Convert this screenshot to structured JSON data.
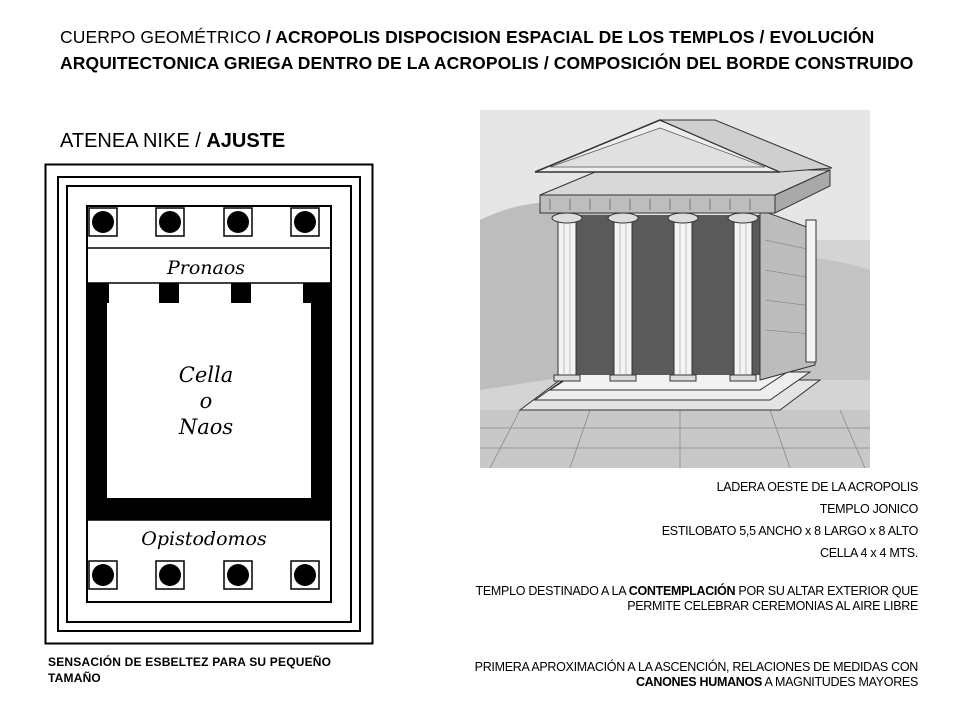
{
  "header": {
    "title_lead": "CUERPO GEOMÉTRICO ",
    "title_bold": "/ ACROPOLIS DISPOCISION ESPACIAL  DE LOS TEMPLOS / EVOLUCIÓN ARQUITECTONICA GRIEGA DENTRO DE LA ACROPOLIS / COMPOSICIÓN DEL BORDE CONSTRUIDO",
    "subtitle_lead": "ATENEA NIKE / ",
    "subtitle_bold": "AJUSTE"
  },
  "plan": {
    "label_top": "Pronaos",
    "label_center_1": "Cella",
    "label_center_2": "o",
    "label_center_3": "Naos",
    "label_bottom": "Opistodomos"
  },
  "facts": [
    "LADERA OESTE DE LA ACROPOLIS",
    "TEMPLO JONICO",
    "ESTILOBATO  5,5 ANCHO x 8 LARGO x 8 ALTO",
    "CELLA 4 x 4 MTS."
  ],
  "paragraph1": {
    "part1": "TEMPLO DESTINADO A LA ",
    "bold": "CONTEMPLACIÓN",
    "part2": " POR SU ALTAR EXTERIOR QUE PERMITE CELEBRAR CEREMONIAS AL AIRE LIBRE"
  },
  "paragraph2": {
    "part1": "PRIMERA APROXIMACIÓN  A LA ASCENCIÓN, RELACIONES DE MEDIDAS CON ",
    "bold": "CANONES HUMANOS",
    "part2": " A MAGNITUDES MAYORES"
  },
  "caption": "SENSACIÓN DE ESBELTEZ PARA SU PEQUEÑO TAMAÑO"
}
